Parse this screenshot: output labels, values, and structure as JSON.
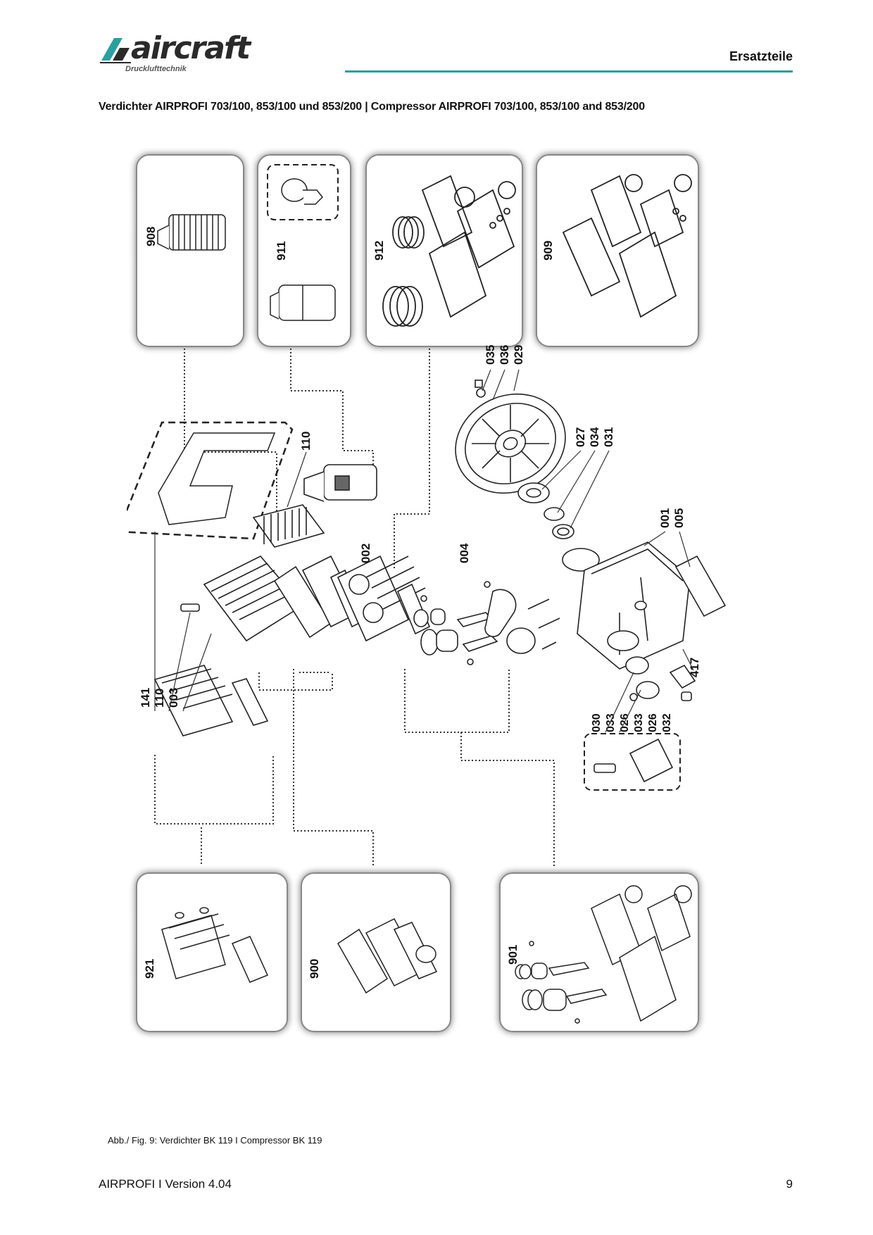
{
  "header": {
    "brand": "aircraft",
    "brand_tagline": "Drucklufttechnik",
    "section": "Ersatzteile",
    "accent_color": "#2aa0a0"
  },
  "subtitle": "Verdichter AIRPROFI 703/100, 853/100 und 853/200  |  Compressor AIRPROFI 703/100, 853/100 and 853/200",
  "figure": {
    "kit_labels": {
      "k908": "908",
      "k911": "911",
      "k912": "912",
      "k909": "909",
      "k921": "921",
      "k900": "900",
      "k901": "901"
    },
    "part_labels": {
      "p035": "035",
      "p036": "036",
      "p029": "029",
      "p027": "027",
      "p034": "034",
      "p031": "031",
      "p110a": "110",
      "p002": "002",
      "p004": "004",
      "p001": "001",
      "p005": "005",
      "p141": "141",
      "p110b": "110",
      "p003": "003",
      "p417": "417",
      "p030": "030",
      "p033a": "033",
      "p026a": "026",
      "p033b": "033",
      "p026b": "026",
      "p032": "032"
    },
    "caption": "Abb./ Fig. 9: Verdichter BK 119 I Compressor BK 119"
  },
  "footer": {
    "left": "AIRPROFI I Version 4.04",
    "page": "9"
  }
}
